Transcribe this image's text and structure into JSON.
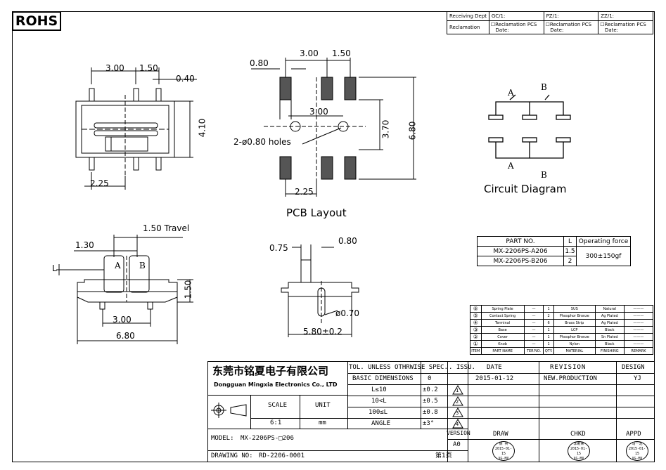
{
  "badge": "ROHS",
  "header": {
    "receiving_dept": "Receiving Dept",
    "gc": "GC/1:",
    "pz": "PZ/1:",
    "zz": "ZZ/1:",
    "reclamation": "Reclamation",
    "recl_pcs_1": "☐Reclamation  PCS",
    "date_1": "Date:",
    "recl_pcs_2": "☐Reclamation  PCS",
    "date_2": "Date:",
    "recl_pcs_3": "☐Reclamation  PCS",
    "date_3": "Date:"
  },
  "dims": {
    "top_300": "3.00",
    "top_150": "1.50",
    "top_040": "0.40",
    "top_410": "4.10",
    "top_225": "2.25",
    "pcb_080": "0.80",
    "pcb_300": "3.00",
    "pcb_150": "1.50",
    "pcb_300b": "3.00",
    "pcb_370": "3.70",
    "pcb_680": "6.80",
    "pcb_holes": "2-ø0.80  holes",
    "pcb_225": "2.25",
    "side_travel": "1.50  Travel",
    "side_130": "1.30",
    "side_L": "L",
    "side_A": "A",
    "side_B": "B",
    "side_150": "1.50",
    "side_300": "3.00",
    "side_680": "6.80",
    "end_075": "0.75",
    "end_080": "0.80",
    "end_070": "ø0.70",
    "end_580": "5.80±0.2"
  },
  "captions": {
    "pcb": "PCB  Layout",
    "circuit": "Circuit  Diagram",
    "circuit_A_top": "A",
    "circuit_B_top": "B",
    "circuit_A_bot": "A",
    "circuit_B_bot": "B"
  },
  "part_table": {
    "headers": [
      "PART NO.",
      "L",
      "Operating force"
    ],
    "rows": [
      [
        "MX-2206PS-A206",
        "1.5"
      ],
      [
        "MX-2206PS-B206",
        "2"
      ]
    ],
    "force": "300±150gf"
  },
  "bom": {
    "rows": [
      {
        "no": "⑥",
        "name": "Spring Plate",
        "dash": "—",
        "qty": "1",
        "mat": "SUS",
        "fin": "Natural"
      },
      {
        "no": "⑤",
        "name": "Contact Spring",
        "dash": "—",
        "qty": "2",
        "mat": "Phosphor Bronze",
        "fin": "Ag Plated"
      },
      {
        "no": "④",
        "name": "Terminal",
        "dash": "—",
        "qty": "6",
        "mat": "Brass Strip",
        "fin": "Ag Plated"
      },
      {
        "no": "③",
        "name": "Base",
        "dash": "—",
        "qty": "1",
        "mat": "LCP",
        "fin": "Black"
      },
      {
        "no": "②",
        "name": "Cover",
        "dash": "—",
        "qty": "1",
        "mat": "Phosphor Bronze",
        "fin": "Sn Plated"
      },
      {
        "no": "①",
        "name": "Knob",
        "dash": "—",
        "qty": "1",
        "mat": "Nylon",
        "fin": "Black"
      }
    ],
    "headers": [
      "ITEM",
      "PART NAME",
      "TER'NO.",
      "QTY.",
      "MATERIAL",
      "FINISHING",
      "REMARK"
    ]
  },
  "title_block": {
    "company_cn": "东莞市铭夏电子有限公司",
    "company_en": "Dongguan Mingxia Electronics Co., LTD",
    "tol_head": "TOL. UNLESS OTHRWISE SPEC.",
    "tol_col": "TOL.",
    "basic": "BASIC DIMENSIONS",
    "basic_tol": "0",
    "tol_rows": [
      [
        "L≤10",
        "±0.2"
      ],
      [
        "10<L",
        "±0.5"
      ],
      [
        "100≤L",
        "±0.8"
      ],
      [
        "ANGLE",
        "±3°"
      ]
    ],
    "scale_label": "SCALE",
    "unit_label": "UNIT",
    "scale_val": "6:1",
    "unit_val": "mm",
    "issu": ". ISSU.",
    "date": "DATE",
    "revision": "REVISION",
    "design": "DESIGN",
    "issue_date": "2015-01-12",
    "issue_rev": "NEW.PRODUCTION",
    "issue_design": "YJ",
    "rev_marks": [
      "1",
      "2",
      "3",
      "4"
    ],
    "version_label": "VERSION",
    "version_val": "A0",
    "draw": "DRAW",
    "chkd": "CHKD",
    "appd": "APPD",
    "model_label": "MODEL:",
    "model_val": "MX-2206PS-□206",
    "drawing_label": "DRAWING NO:",
    "drawing_val": "RD-2206-0001",
    "page": "第1页",
    "stamp_draw": "徐 兵",
    "stamp_chkd": "李莉荣",
    "stamp_appd": "马一龙",
    "stamp_date": "2015-01-15",
    "stamp_code": "XG-MX"
  }
}
